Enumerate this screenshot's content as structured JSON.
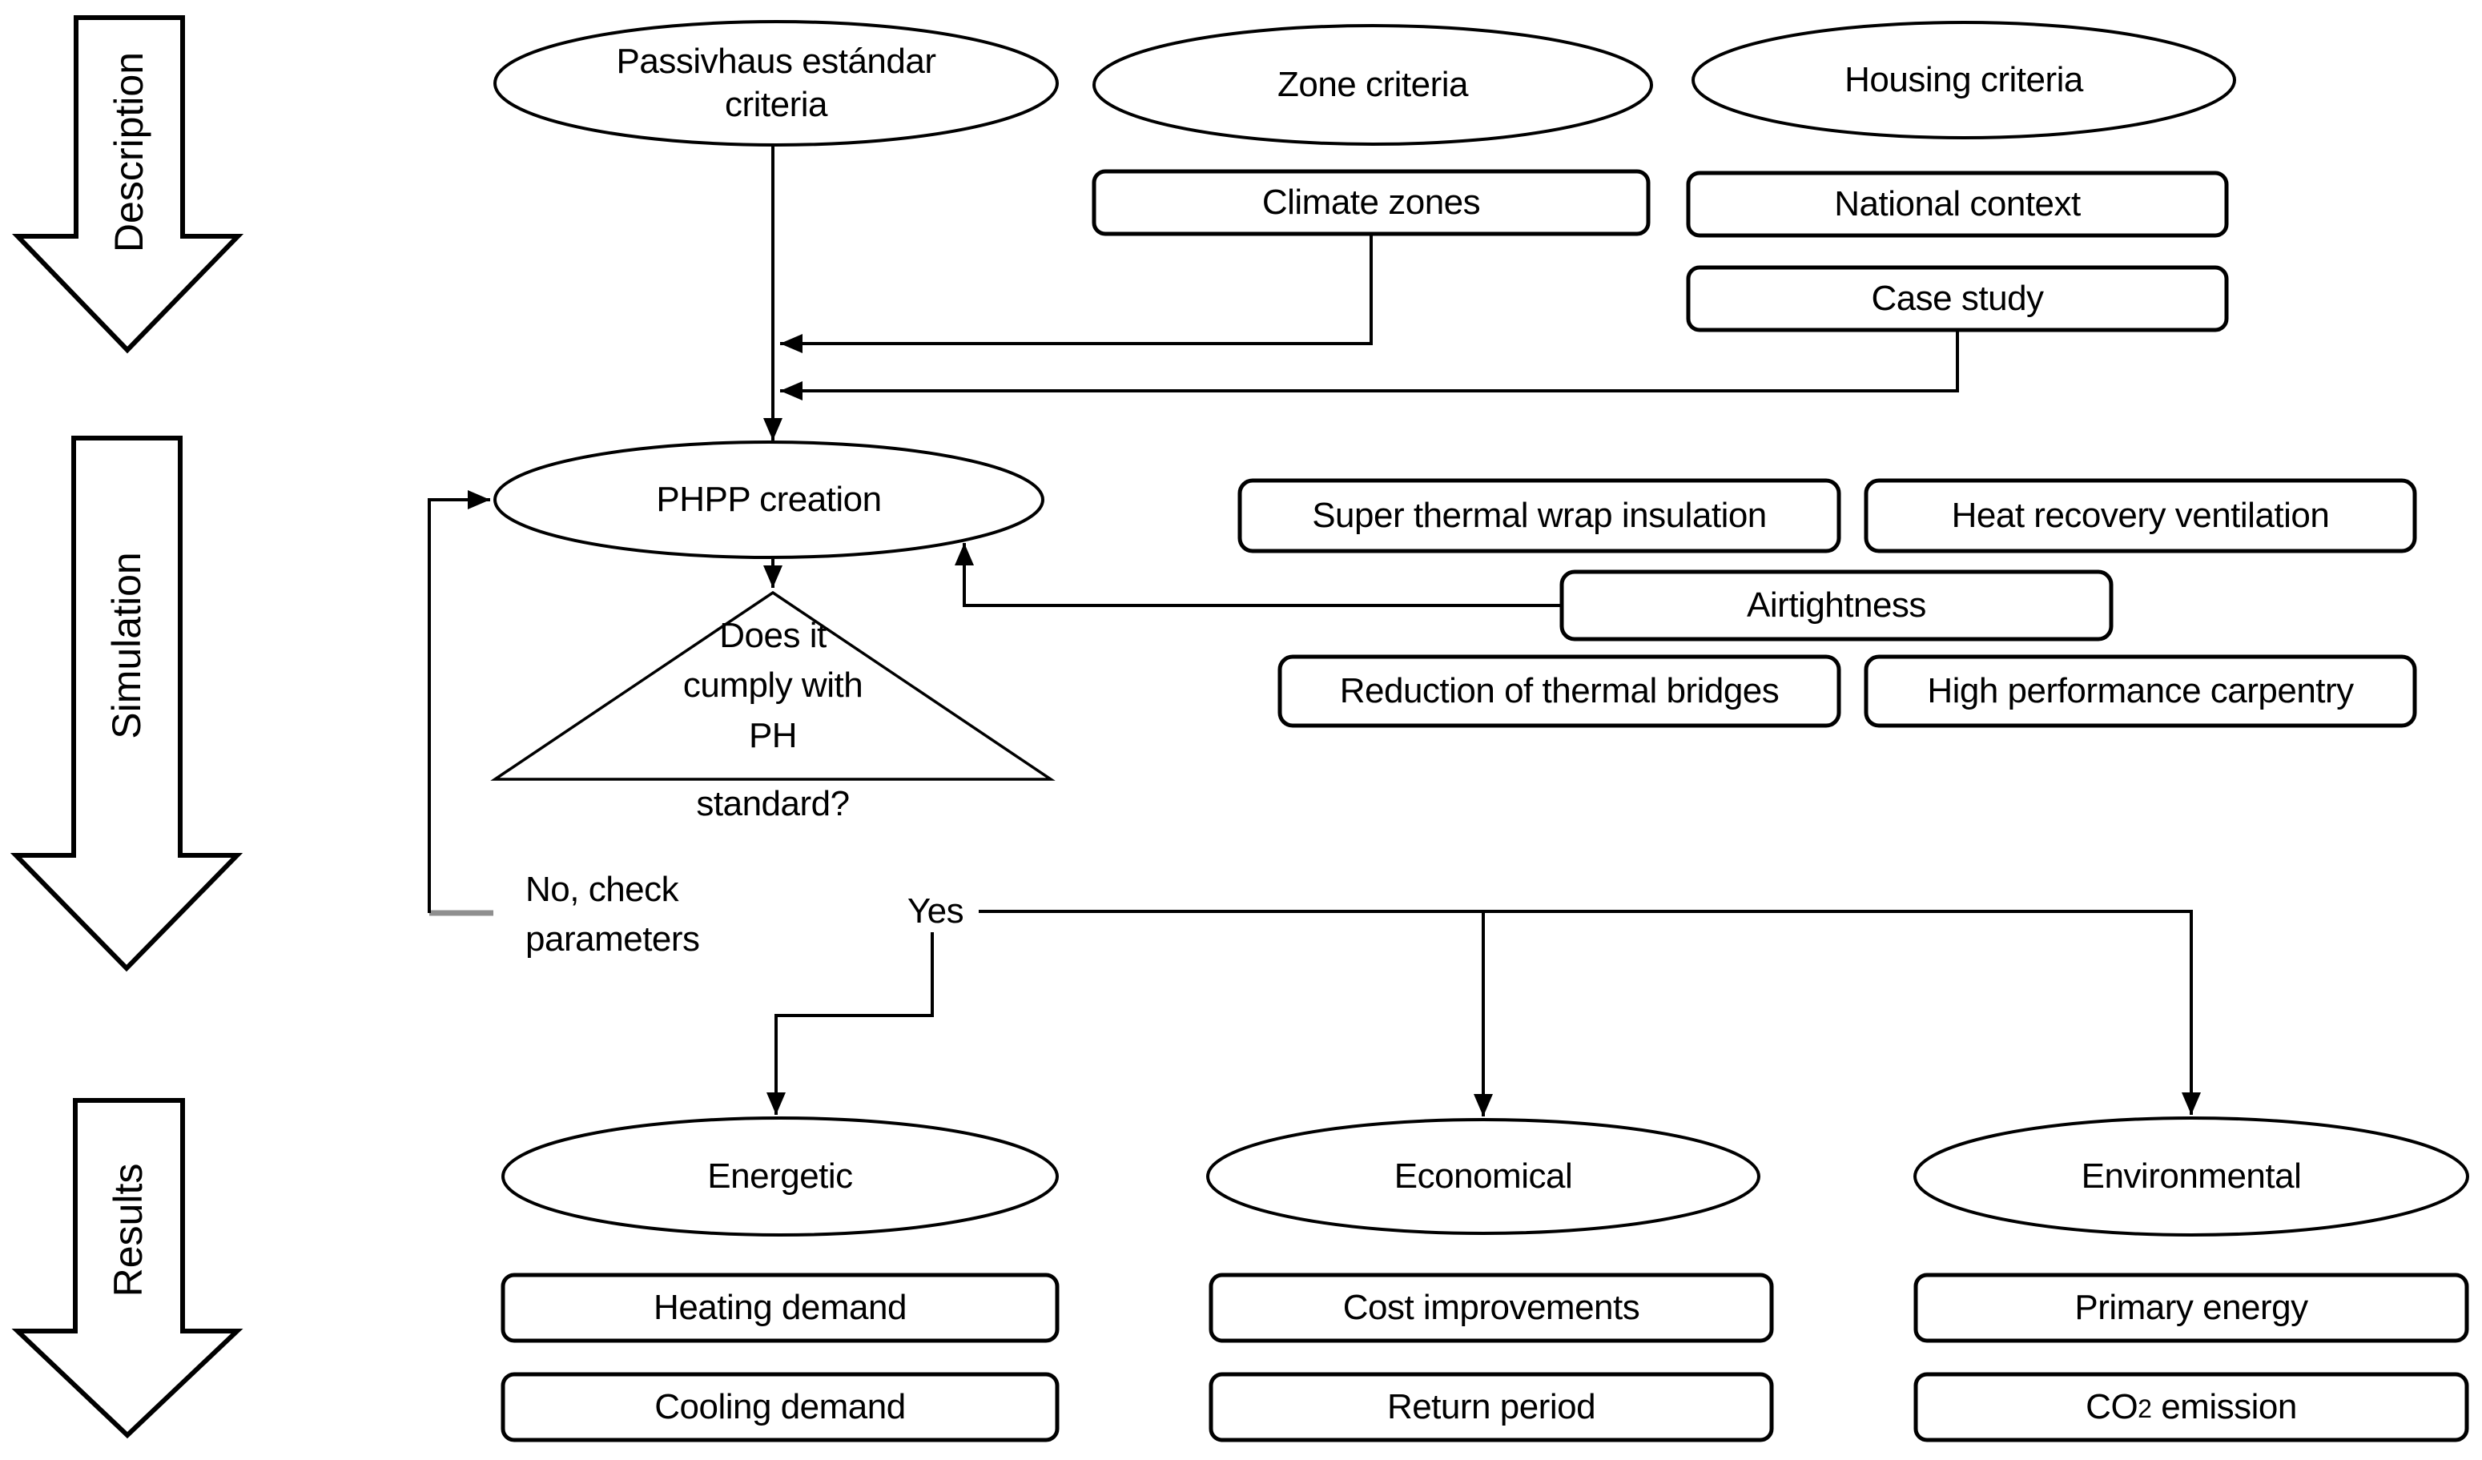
{
  "canvas": {
    "background": "#ffffff",
    "stroke_color": "#000000",
    "gray_connector_color": "#8f8f8f"
  },
  "phases": {
    "description": "Description",
    "simulation": "Simulation",
    "results": "Results"
  },
  "description_row": {
    "passivhaus_ellipse": "Passivhaus estándar criteria",
    "zone_ellipse": "Zone criteria",
    "housing_ellipse": "Housing criteria",
    "climate_box": "Climate zones",
    "national_box": "National context",
    "case_box": "Case study"
  },
  "simulation_stage": {
    "phpp_ellipse": "PHPP creation",
    "decision_lines": [
      "Does it",
      "cumply with",
      "PH",
      "standard?"
    ],
    "measure_boxes": {
      "super_insulation": "Super thermal wrap insulation",
      "heat_recovery": "Heat recovery ventilation",
      "airtightness": "Airtightness",
      "thermal_bridges": "Reduction of thermal bridges",
      "carpentry": "High performance carpentry"
    },
    "no_label": "No, check parameters",
    "yes_label": "Yes"
  },
  "results_stage": {
    "energetic": {
      "ellipse": "Energetic",
      "box1": "Heating demand",
      "box2": "Cooling demand"
    },
    "economical": {
      "ellipse": "Economical",
      "box1": "Cost improvements",
      "box2": "Return period"
    },
    "environmental": {
      "ellipse": "Environmental",
      "box1": "Primary energy",
      "box2_prefix": "CO",
      "box2_sub": "2",
      "box2_suffix": " emission"
    }
  }
}
